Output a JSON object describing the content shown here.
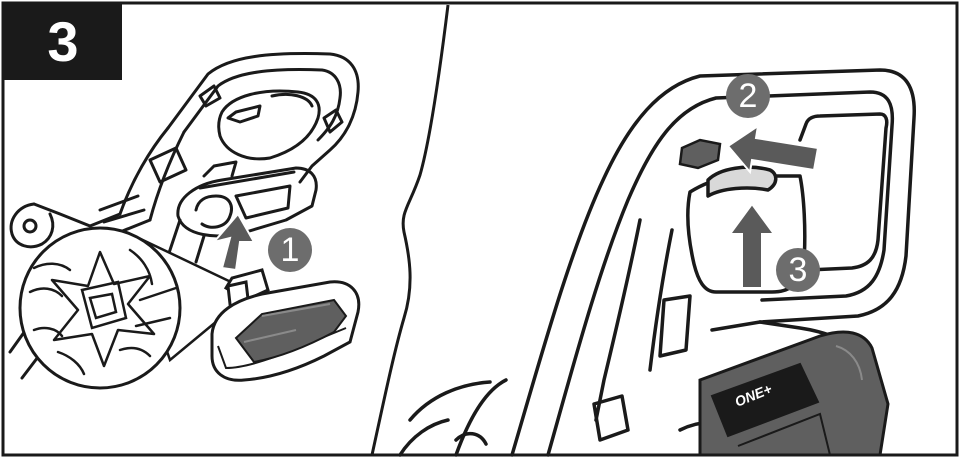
{
  "step": {
    "number": "3"
  },
  "callouts": [
    {
      "label": "1"
    },
    {
      "label": "2"
    },
    {
      "label": "3"
    }
  ],
  "brand": {
    "text": "ONE+"
  },
  "colors": {
    "line": "#1a1a1a",
    "badge": "#6d6d6d",
    "arrow": "#5a5a5a",
    "battery": "#5f5f5f",
    "background": "#ffffff"
  },
  "icons": [
    "insert-arrow",
    "push-arrow",
    "lift-arrow",
    "burst-detail"
  ]
}
